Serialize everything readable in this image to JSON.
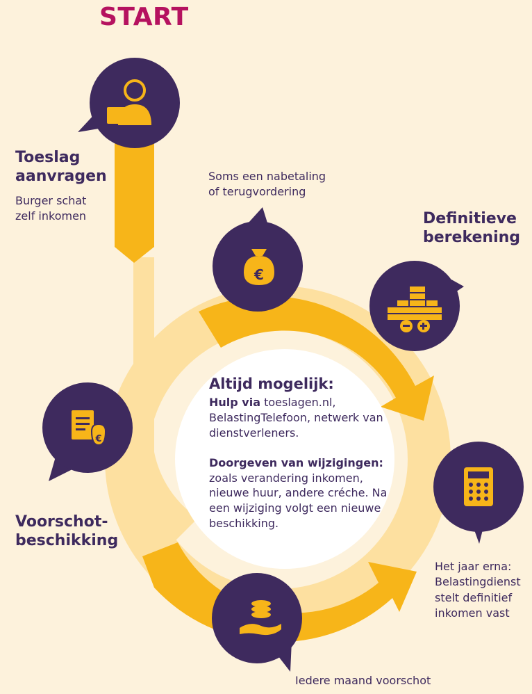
{
  "title": "START",
  "steps": {
    "aanvragen": {
      "heading_line1": "Toeslag",
      "heading_line2": "aanvragen",
      "desc_line1": "Burger schat",
      "desc_line2": "zelf inkomen",
      "icon": "person-at-laptop-icon"
    },
    "voorschot": {
      "heading_line1": "Voorschot-",
      "heading_line2": "beschikking",
      "icon": "document-with-money-bag-icon"
    },
    "maandelijks": {
      "desc": "Iedere maand voorschot",
      "icon": "hand-with-coins-icon"
    },
    "inkomen_vast": {
      "desc_line1": "Het jaar erna:",
      "desc_line2": "Belastingdienst",
      "desc_line3": "stelt definitief",
      "desc_line4": "inkomen vast",
      "icon": "calculator-icon"
    },
    "definitief": {
      "heading_line1": "Definitieve",
      "heading_line2": "berekening",
      "icon": "coin-stacks-plus-minus-icon"
    },
    "nabetaling": {
      "desc_line1": "Soms een nabetaling",
      "desc_line2": "of terugvordering",
      "icon": "euro-money-bag-icon"
    }
  },
  "center": {
    "title": "Altijd mogelijk:",
    "help_bold": "Hulp via",
    "help_text": "toeslagen.nl, BelastingTelefoon, netwerk van dienstverleners.",
    "changes_bold": "Doorgeven van wijzigingen:",
    "changes_text": "zoals verandering inkomen, nieuwe huur, andere créche. Na een wijziging volgt een nieuwe beschikking."
  },
  "colors": {
    "background": "#fdf2dc",
    "purple": "#3e2a5e",
    "gold": "#f7b519",
    "light_gold": "#fde0a0",
    "start_magenta": "#b5125f"
  }
}
